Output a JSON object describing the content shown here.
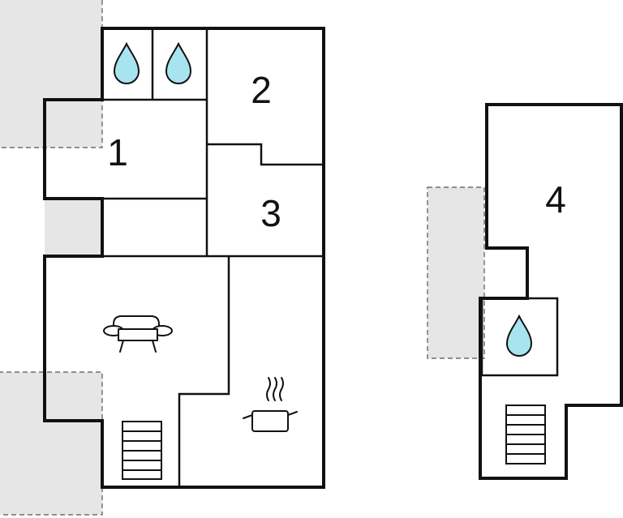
{
  "plan": {
    "rooms": [
      {
        "id": "room-1",
        "label": "1"
      },
      {
        "id": "room-2",
        "label": "2"
      },
      {
        "id": "room-3",
        "label": "3"
      },
      {
        "id": "room-4",
        "label": "4"
      }
    ],
    "icons": {
      "bathroom": "water-drop-icon",
      "living": "sofa-icon",
      "kitchen": "cooking-pot-icon",
      "stairs": "staircase-icon"
    },
    "colors": {
      "wall": "#111111",
      "water_drop": "#a8e4ef",
      "terrace": "#e6e6e6",
      "background": "#ffffff"
    }
  }
}
